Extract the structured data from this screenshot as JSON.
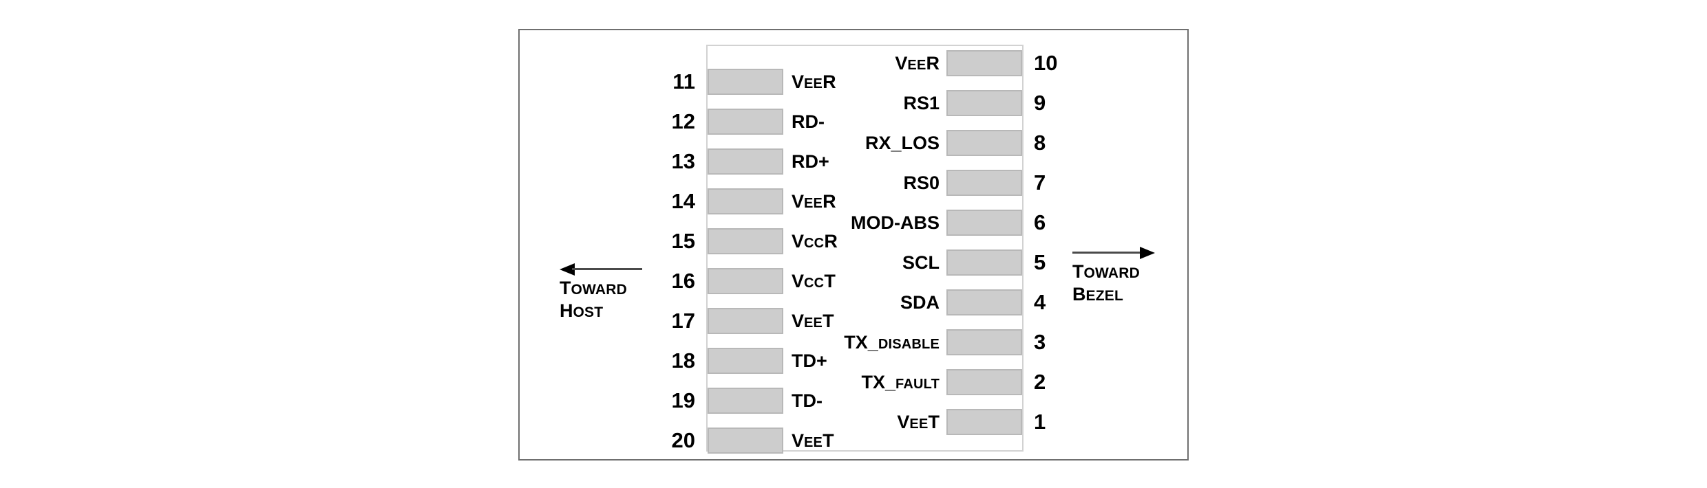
{
  "figure": {
    "connector": {
      "pads_left_count": 10,
      "pads_right_count": 10
    },
    "rows_left": [
      {
        "pin": "11",
        "signal_main": "V",
        "signal_sub": "EE",
        "signal_tail": "R",
        "signal_text": "VEER"
      },
      {
        "pin": "12",
        "signal_main": "RD-",
        "signal_sub": "",
        "signal_tail": "",
        "signal_text": "RD-"
      },
      {
        "pin": "13",
        "signal_main": "RD+",
        "signal_sub": "",
        "signal_tail": "",
        "signal_text": "RD+"
      },
      {
        "pin": "14",
        "signal_main": "V",
        "signal_sub": "EE",
        "signal_tail": "R",
        "signal_text": "VEER"
      },
      {
        "pin": "15",
        "signal_main": "V",
        "signal_sub": "CC",
        "signal_tail": "R",
        "signal_text": "VCCR"
      },
      {
        "pin": "16",
        "signal_main": "V",
        "signal_sub": "CC",
        "signal_tail": "T",
        "signal_text": "VCCT"
      },
      {
        "pin": "17",
        "signal_main": "V",
        "signal_sub": "EE",
        "signal_tail": "T",
        "signal_text": "VEET"
      },
      {
        "pin": "18",
        "signal_main": "TD+",
        "signal_sub": "",
        "signal_tail": "",
        "signal_text": "TD+"
      },
      {
        "pin": "19",
        "signal_main": "TD-",
        "signal_sub": "",
        "signal_tail": "",
        "signal_text": "TD-"
      },
      {
        "pin": "20",
        "signal_main": "V",
        "signal_sub": "EE",
        "signal_tail": "T",
        "signal_text": "VEET"
      }
    ],
    "rows_right": [
      {
        "pin": "10",
        "signal_main": "V",
        "signal_sub": "EE",
        "signal_tail": "R",
        "signal_text": "VEER"
      },
      {
        "pin": "9",
        "signal_main": "RS1",
        "signal_sub": "",
        "signal_tail": "",
        "signal_text": "RS1"
      },
      {
        "pin": "8",
        "signal_main": "RX_LOS",
        "signal_sub": "",
        "signal_tail": "",
        "signal_text": "RX_LOS"
      },
      {
        "pin": "7",
        "signal_main": "RS0",
        "signal_sub": "",
        "signal_tail": "",
        "signal_text": "RS0"
      },
      {
        "pin": "6",
        "signal_main": "MOD-ABS",
        "signal_sub": "",
        "signal_tail": "",
        "signal_text": "MOD-ABS"
      },
      {
        "pin": "5",
        "signal_main": "SCL",
        "signal_sub": "",
        "signal_tail": "",
        "signal_text": "SCL"
      },
      {
        "pin": "4",
        "signal_main": "SDA",
        "signal_sub": "",
        "signal_tail": "",
        "signal_text": "SDA"
      },
      {
        "pin": "3",
        "signal_main": "TX_",
        "signal_sub": "DISABLE",
        "signal_tail": "",
        "signal_text": "TX_DISABLE"
      },
      {
        "pin": "2",
        "signal_main": "TX_",
        "signal_sub": "FAULT",
        "signal_tail": "",
        "signal_text": "TX_FAULT"
      },
      {
        "pin": "1",
        "signal_main": "V",
        "signal_sub": "EE",
        "signal_tail": "T",
        "signal_text": "VEET"
      }
    ],
    "direction_host": {
      "line1_main": "T",
      "line1_sub": "OWARD",
      "line2_main": "H",
      "line2_sub": "OST",
      "text": "TOWARD HOST",
      "arrow": "arrow-left"
    },
    "direction_bezel": {
      "line1_main": "T",
      "line1_sub": "OWARD",
      "line2_main": "B",
      "line2_sub": "EZEL",
      "text": "TOWARD BEZEL",
      "arrow": "arrow-right"
    },
    "colors": {
      "frame_border": "#6f6f6f",
      "connector_border": "#d2d2d2",
      "pad_fill": "#cdcdcd",
      "pad_border": "#b8b8b8",
      "text": "#000000",
      "background": "#ffffff"
    },
    "layout": {
      "left_pad_first_top": 100,
      "right_pad_first_top": 73,
      "row_pitch": 58,
      "pad_width": 110,
      "pad_height": 38
    }
  }
}
